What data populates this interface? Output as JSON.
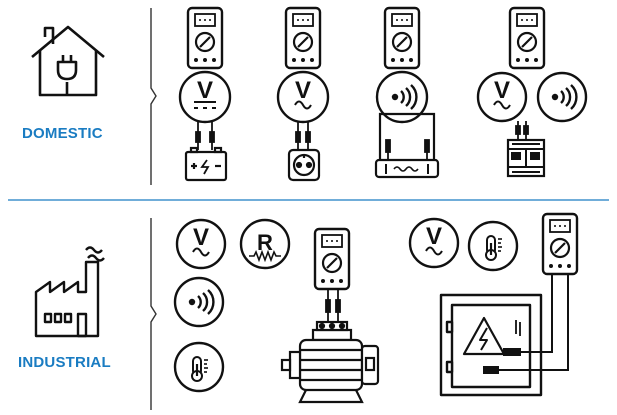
{
  "sections": {
    "domestic": {
      "label": "DOMESTIC"
    },
    "industrial": {
      "label": "INDUSTRIAL"
    }
  },
  "symbols": {
    "voltage": "V",
    "resistance": "R"
  },
  "colors": {
    "accent": "#1a7cc2",
    "line": "#111111"
  },
  "icons": [
    "house-plug-icon",
    "factory-icon",
    "multimeter-icon",
    "voltage-dc-icon",
    "voltage-ac-icon",
    "continuity-icon",
    "resistance-icon",
    "temperature-icon",
    "battery-icon",
    "wall-socket-icon",
    "fuse-icon",
    "terminal-block-icon",
    "motor-icon",
    "electrical-cabinet-icon"
  ]
}
